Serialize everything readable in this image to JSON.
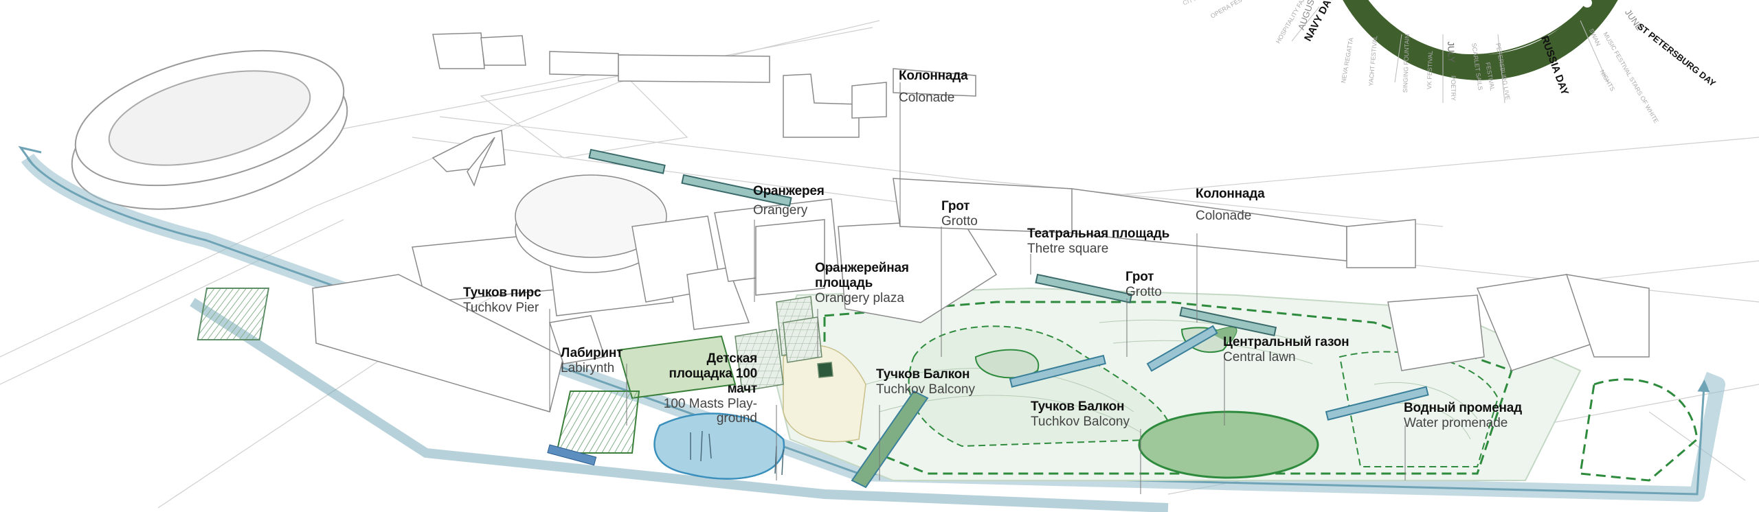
{
  "colors": {
    "water": "#6fa3b6",
    "water_fill": "#b9d6e0",
    "park_green": "#2e8b3d",
    "lawn": "#9ec89a",
    "building": "#ffffff",
    "outline": "#8a8a8a",
    "wheel": "#3f5f2d"
  },
  "labels": [
    {
      "ru": "Колоннада",
      "en": "Colonade"
    },
    {
      "ru": "Оранжерея",
      "en": "Orangery"
    },
    {
      "ru": "Грот",
      "en": "Grotto"
    },
    {
      "ru": "Колоннада",
      "en": "Colonade"
    },
    {
      "ru": "Театральная площадь",
      "en": "Thetre square"
    },
    {
      "ru": "Грот",
      "en": "Grotto"
    },
    {
      "ru": "Оранжерейная площадь",
      "en": "Orangery plaza"
    },
    {
      "ru": "Тучков пирс",
      "en": "Tuchkov Pier"
    },
    {
      "ru": "Лабиринт",
      "en": "Labirynth"
    },
    {
      "ru": "Детская площадка 100 мачт",
      "en": "100 Masts Play-ground"
    },
    {
      "ru": "Тучков Балкон",
      "en": "Tuchkov Balcony"
    },
    {
      "ru": "Тучков Балкон",
      "en": "Tuchkov Balcony"
    },
    {
      "ru": "Центральный газон",
      "en": "Central lawn"
    },
    {
      "ru": "Водный променад",
      "en": "Water promenade"
    }
  ],
  "calendar_wheel": {
    "events": [
      "NAVY DAY",
      "RUSSIA DAY",
      "ST PETERSBURG DAY"
    ],
    "months": [
      "AUGUST",
      "JULY",
      "JUNE"
    ],
    "small_labels": [
      "OPERA FESTIVAL",
      "HOSPITALITY FAIR",
      "CITY DAY",
      "NEVA REGATTA",
      "YACHT FESTIVAL",
      "SINGING FOUNTAIN",
      "VK FESTIVAL",
      "POETRY",
      "SCARLET SAILS",
      "PETERSBURG LIVE",
      "FESTIVAL",
      "SWAN",
      "MUSIC FESTIVAL STARS OF WHITE",
      "NIGHTS"
    ]
  }
}
